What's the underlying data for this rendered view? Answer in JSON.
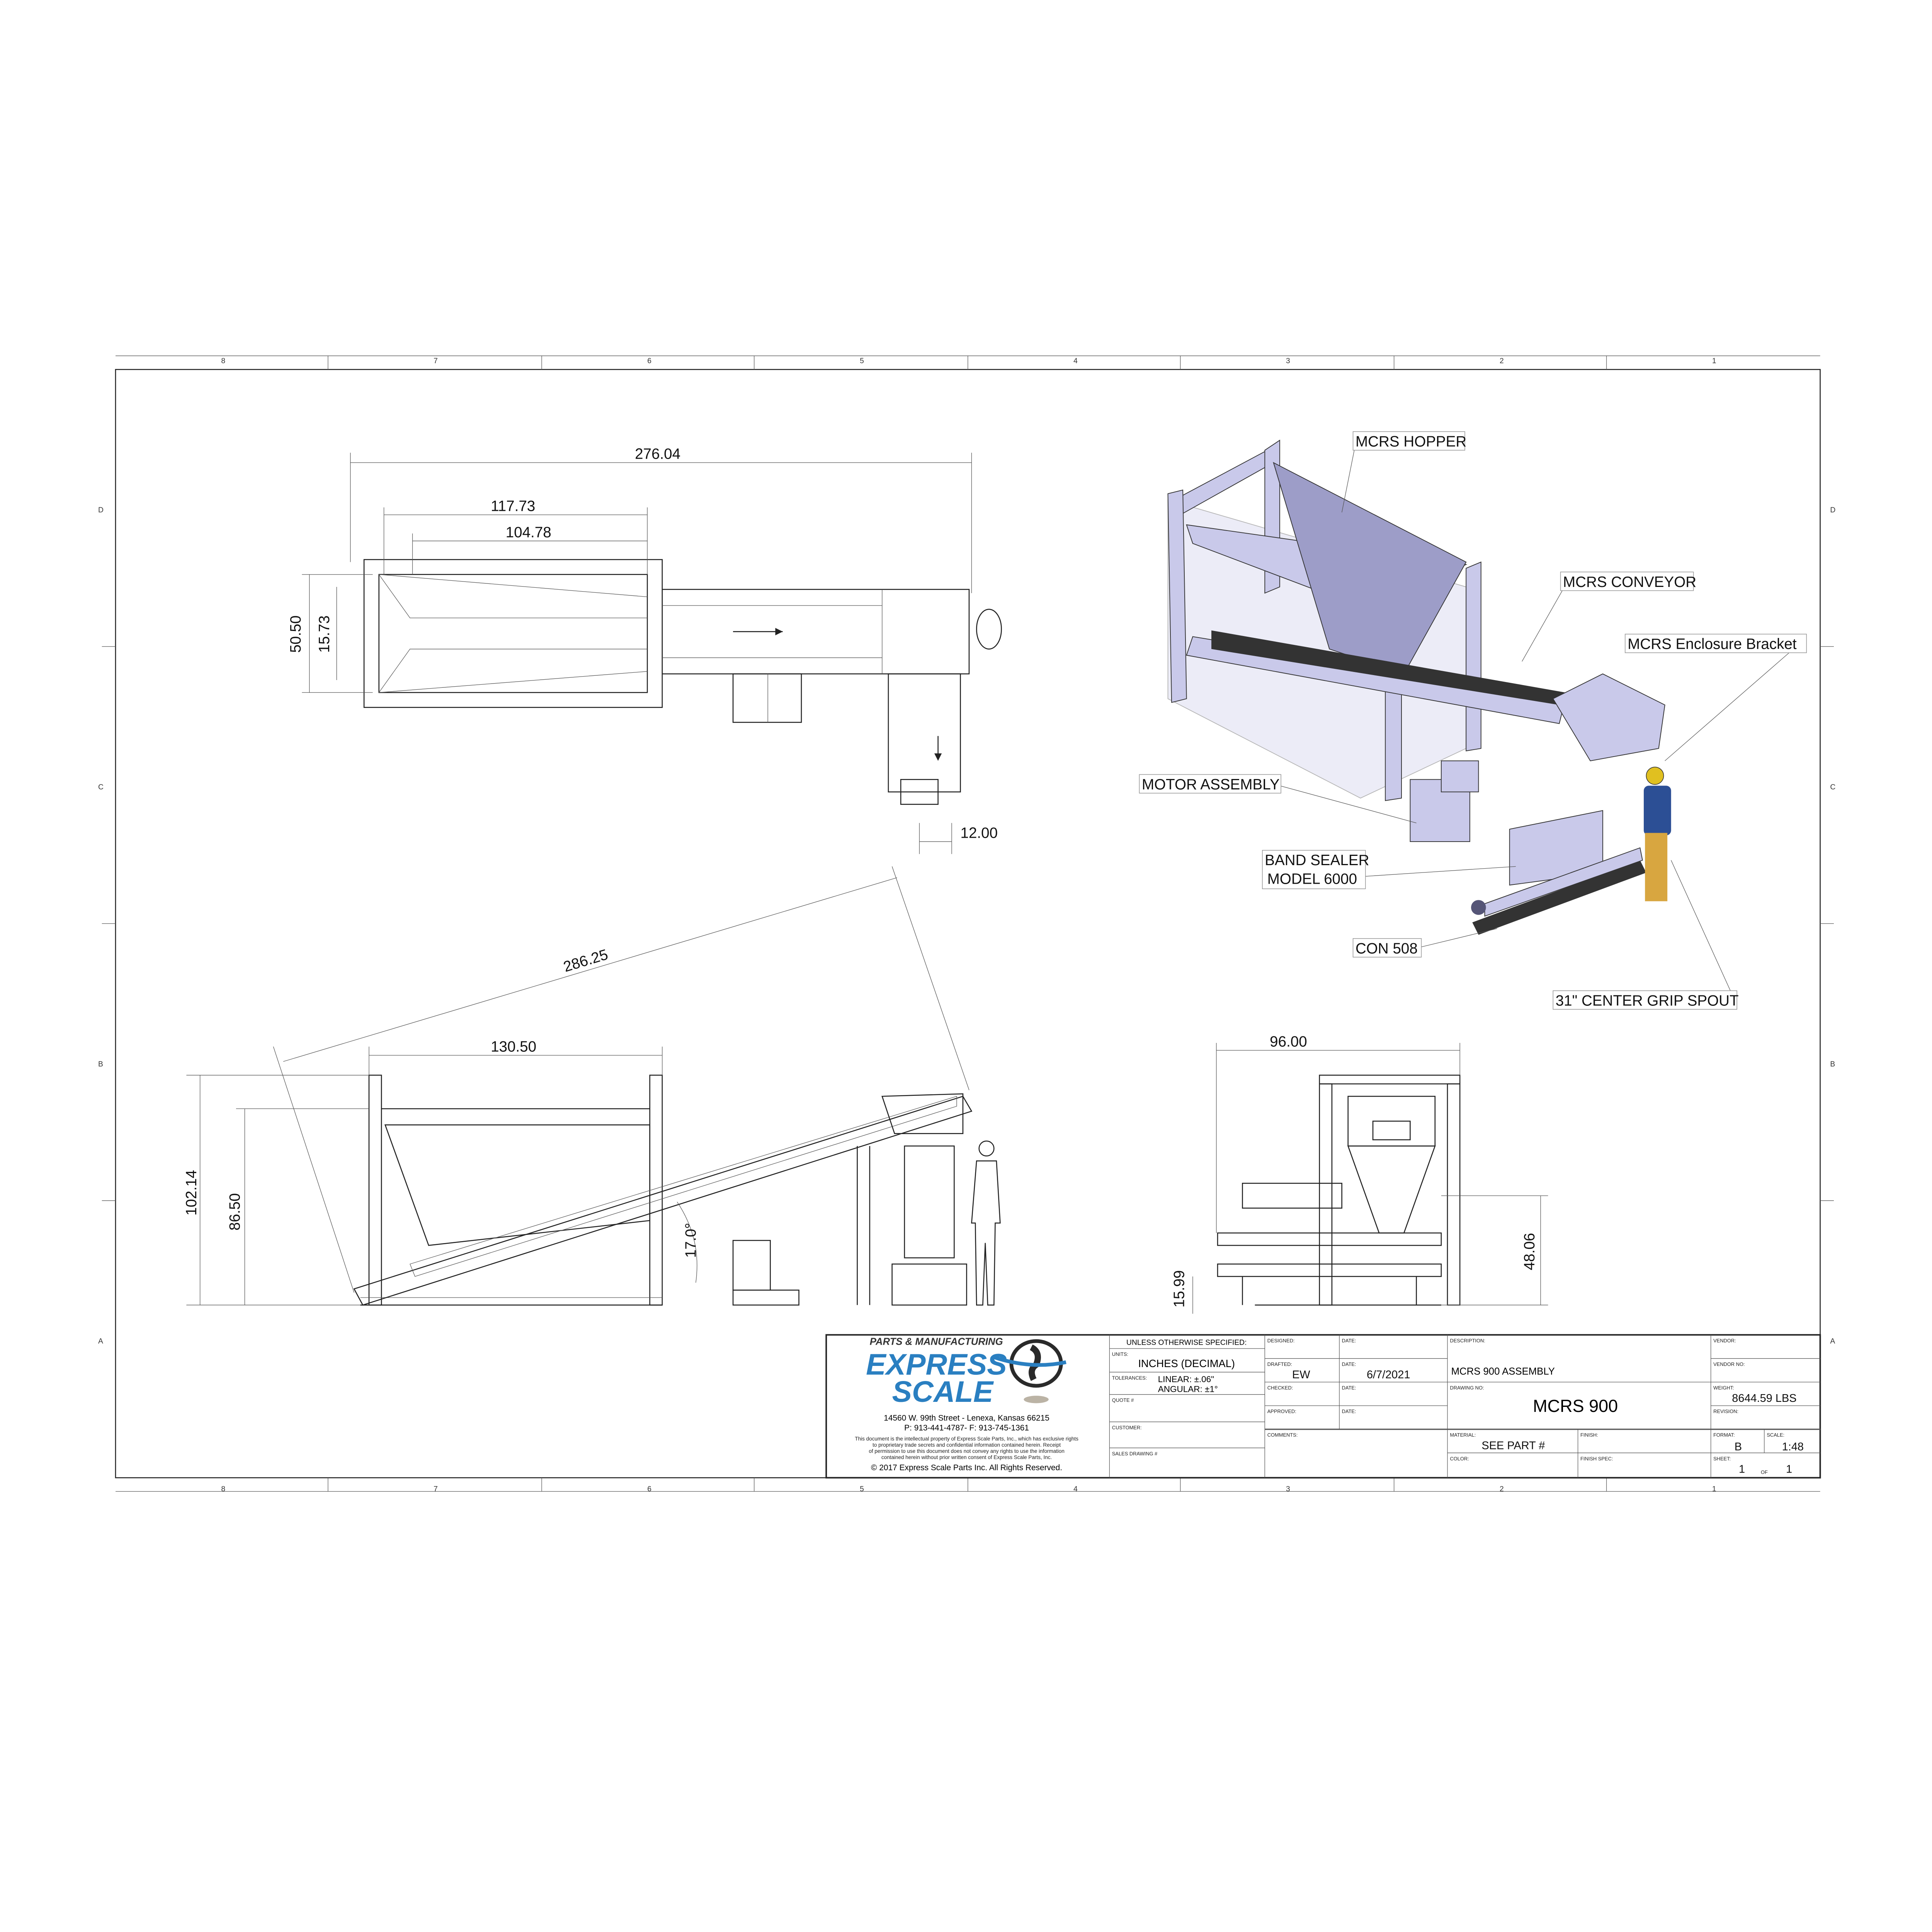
{
  "sheet": {
    "zones_columns": [
      "8",
      "7",
      "6",
      "5",
      "4",
      "3",
      "2",
      "1"
    ],
    "zones_rows": [
      "D",
      "C",
      "B",
      "A"
    ]
  },
  "top_view": {
    "dims": {
      "overall_length": "276.04",
      "hopper_length": "117.73",
      "hopper_inner": "104.78",
      "width": "50.50",
      "inner_width": "15.73",
      "offset": "12.00"
    }
  },
  "side_view": {
    "dims": {
      "conveyor_length": "286.25",
      "hopper_length": "130.50",
      "overall_height": "102.14",
      "hopper_height": "86.50",
      "angle": "17.0°"
    }
  },
  "front_view": {
    "dims": {
      "width": "96.00",
      "sealer_height": "48.06",
      "conveyor_height": "15.99"
    }
  },
  "callouts": [
    "MCRS HOPPER",
    "MCRS CONVEYOR",
    "MCRS Enclosure Bracket",
    "MOTOR ASSEMBLY",
    "BAND SEALER",
    "MODEL 6000",
    "CON 508",
    "31\" CENTER GRIP SPOUT"
  ],
  "title_block": {
    "company": {
      "tagline": "PARTS & MANUFACTURING",
      "name_line1": "EXPRESS",
      "name_line2": "SCALE",
      "address": "14560 W. 99th Street - Lenexa, Kansas 66215",
      "phone": "P: 913-441-4787- F: 913-745-1361",
      "notice": [
        "This document is the intellectual property of Express Scale Parts, Inc., which has exclusive rights",
        "to proprietary trade secrets and confidential information contained herein. Receipt",
        "of permission to use this document does not convey any rights to use the information",
        "contained herein without prior written consent of Express Scale Parts, Inc."
      ],
      "copyright": "© 2017 Express Scale Parts Inc. All Rights Reserved.",
      "brand_color": "#2a7fc1"
    },
    "spec": {
      "header": "UNLESS OTHERWISE SPECIFIED:",
      "units_label": "UNITS:",
      "units": "INCHES (DECIMAL)",
      "tolerances_label": "TOLERANCES:",
      "linear": "LINEAR: ±.06\"",
      "angular": "ANGULAR: ±1°",
      "quote_label": "QUOTE #",
      "customer_label": "CUSTOMER:",
      "sales_drawing_label": "SALES DRAWING #"
    },
    "people": {
      "designed_label": "DESIGNED:",
      "drafted_label": "DRAFTED:",
      "drafted": "EW",
      "checked_label": "CHECKED:",
      "approved_label": "APPROVED:",
      "date_label": "DATE:",
      "drafted_date": "6/7/2021",
      "comments_label": "COMMENTS:"
    },
    "description_label": "DESCRIPTION:",
    "description": "MCRS 900 ASSEMBLY",
    "drawing_no_label": "DRAWING NO:",
    "drawing_no": "MCRS 900",
    "material_label": "MATERIAL:",
    "material": "SEE PART #",
    "finish_label": "FINISH:",
    "color_label": "COLOR:",
    "finish_spec_label": "FINISH SPEC:",
    "vendor_label": "VENDOR:",
    "vendor_no_label": "VENDOR NO:",
    "weight_label": "WEIGHT:",
    "weight": "8644.59 LBS",
    "revision_label": "REVISION:",
    "format_label": "FORMAT:",
    "format": "B",
    "scale_label": "SCALE:",
    "scale": "1:48",
    "sheet_label": "SHEET:",
    "sheet_num": "1",
    "sheet_of": "OF",
    "sheet_total": "1"
  }
}
